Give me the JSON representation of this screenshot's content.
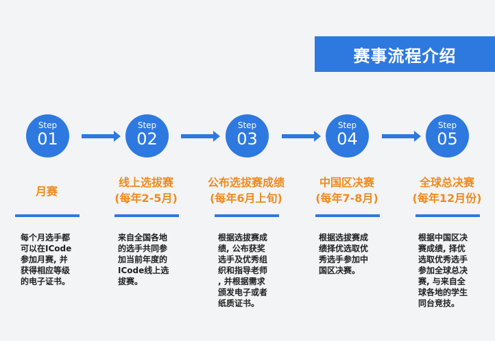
{
  "title": "赛事流程介绍",
  "steps": [
    {
      "label": "Step",
      "num": "01",
      "heading": "月赛",
      "sub": "",
      "desc": "每个月选手都\n可以在ICode\n参加月赛, 并\n获得相应等级\n的电子证书。"
    },
    {
      "label": "Step",
      "num": "02",
      "heading": "线上选拔赛",
      "sub": "(每年2-5月)",
      "desc": "来自全国各地\n的选手共同参\n加当前年度的\nICode线上选\n拔赛。"
    },
    {
      "label": "Step",
      "num": "03",
      "heading": "公布选拔赛成绩",
      "sub": "(每年6月上旬)",
      "desc": "根据选拔赛成\n绩, 公布获奖\n选手及优秀组\n织和指导老师\n, 并根据需求\n颁发电子或者\n纸质证书。"
    },
    {
      "label": "Step",
      "num": "04",
      "heading": "中国区决赛",
      "sub": "(每年7-8月)",
      "desc": "根据选拔赛成\n绩择优选取优\n秀选手参加中\n国区决赛。"
    },
    {
      "label": "Step",
      "num": "05",
      "heading": "全球总决赛",
      "sub": "(每年12月份)",
      "desc": "根据中国区决\n赛成绩, 择优\n选取优秀选手\n参加全球总决\n赛, 与来自全\n球各地的学生\n同台竞技。"
    }
  ]
}
